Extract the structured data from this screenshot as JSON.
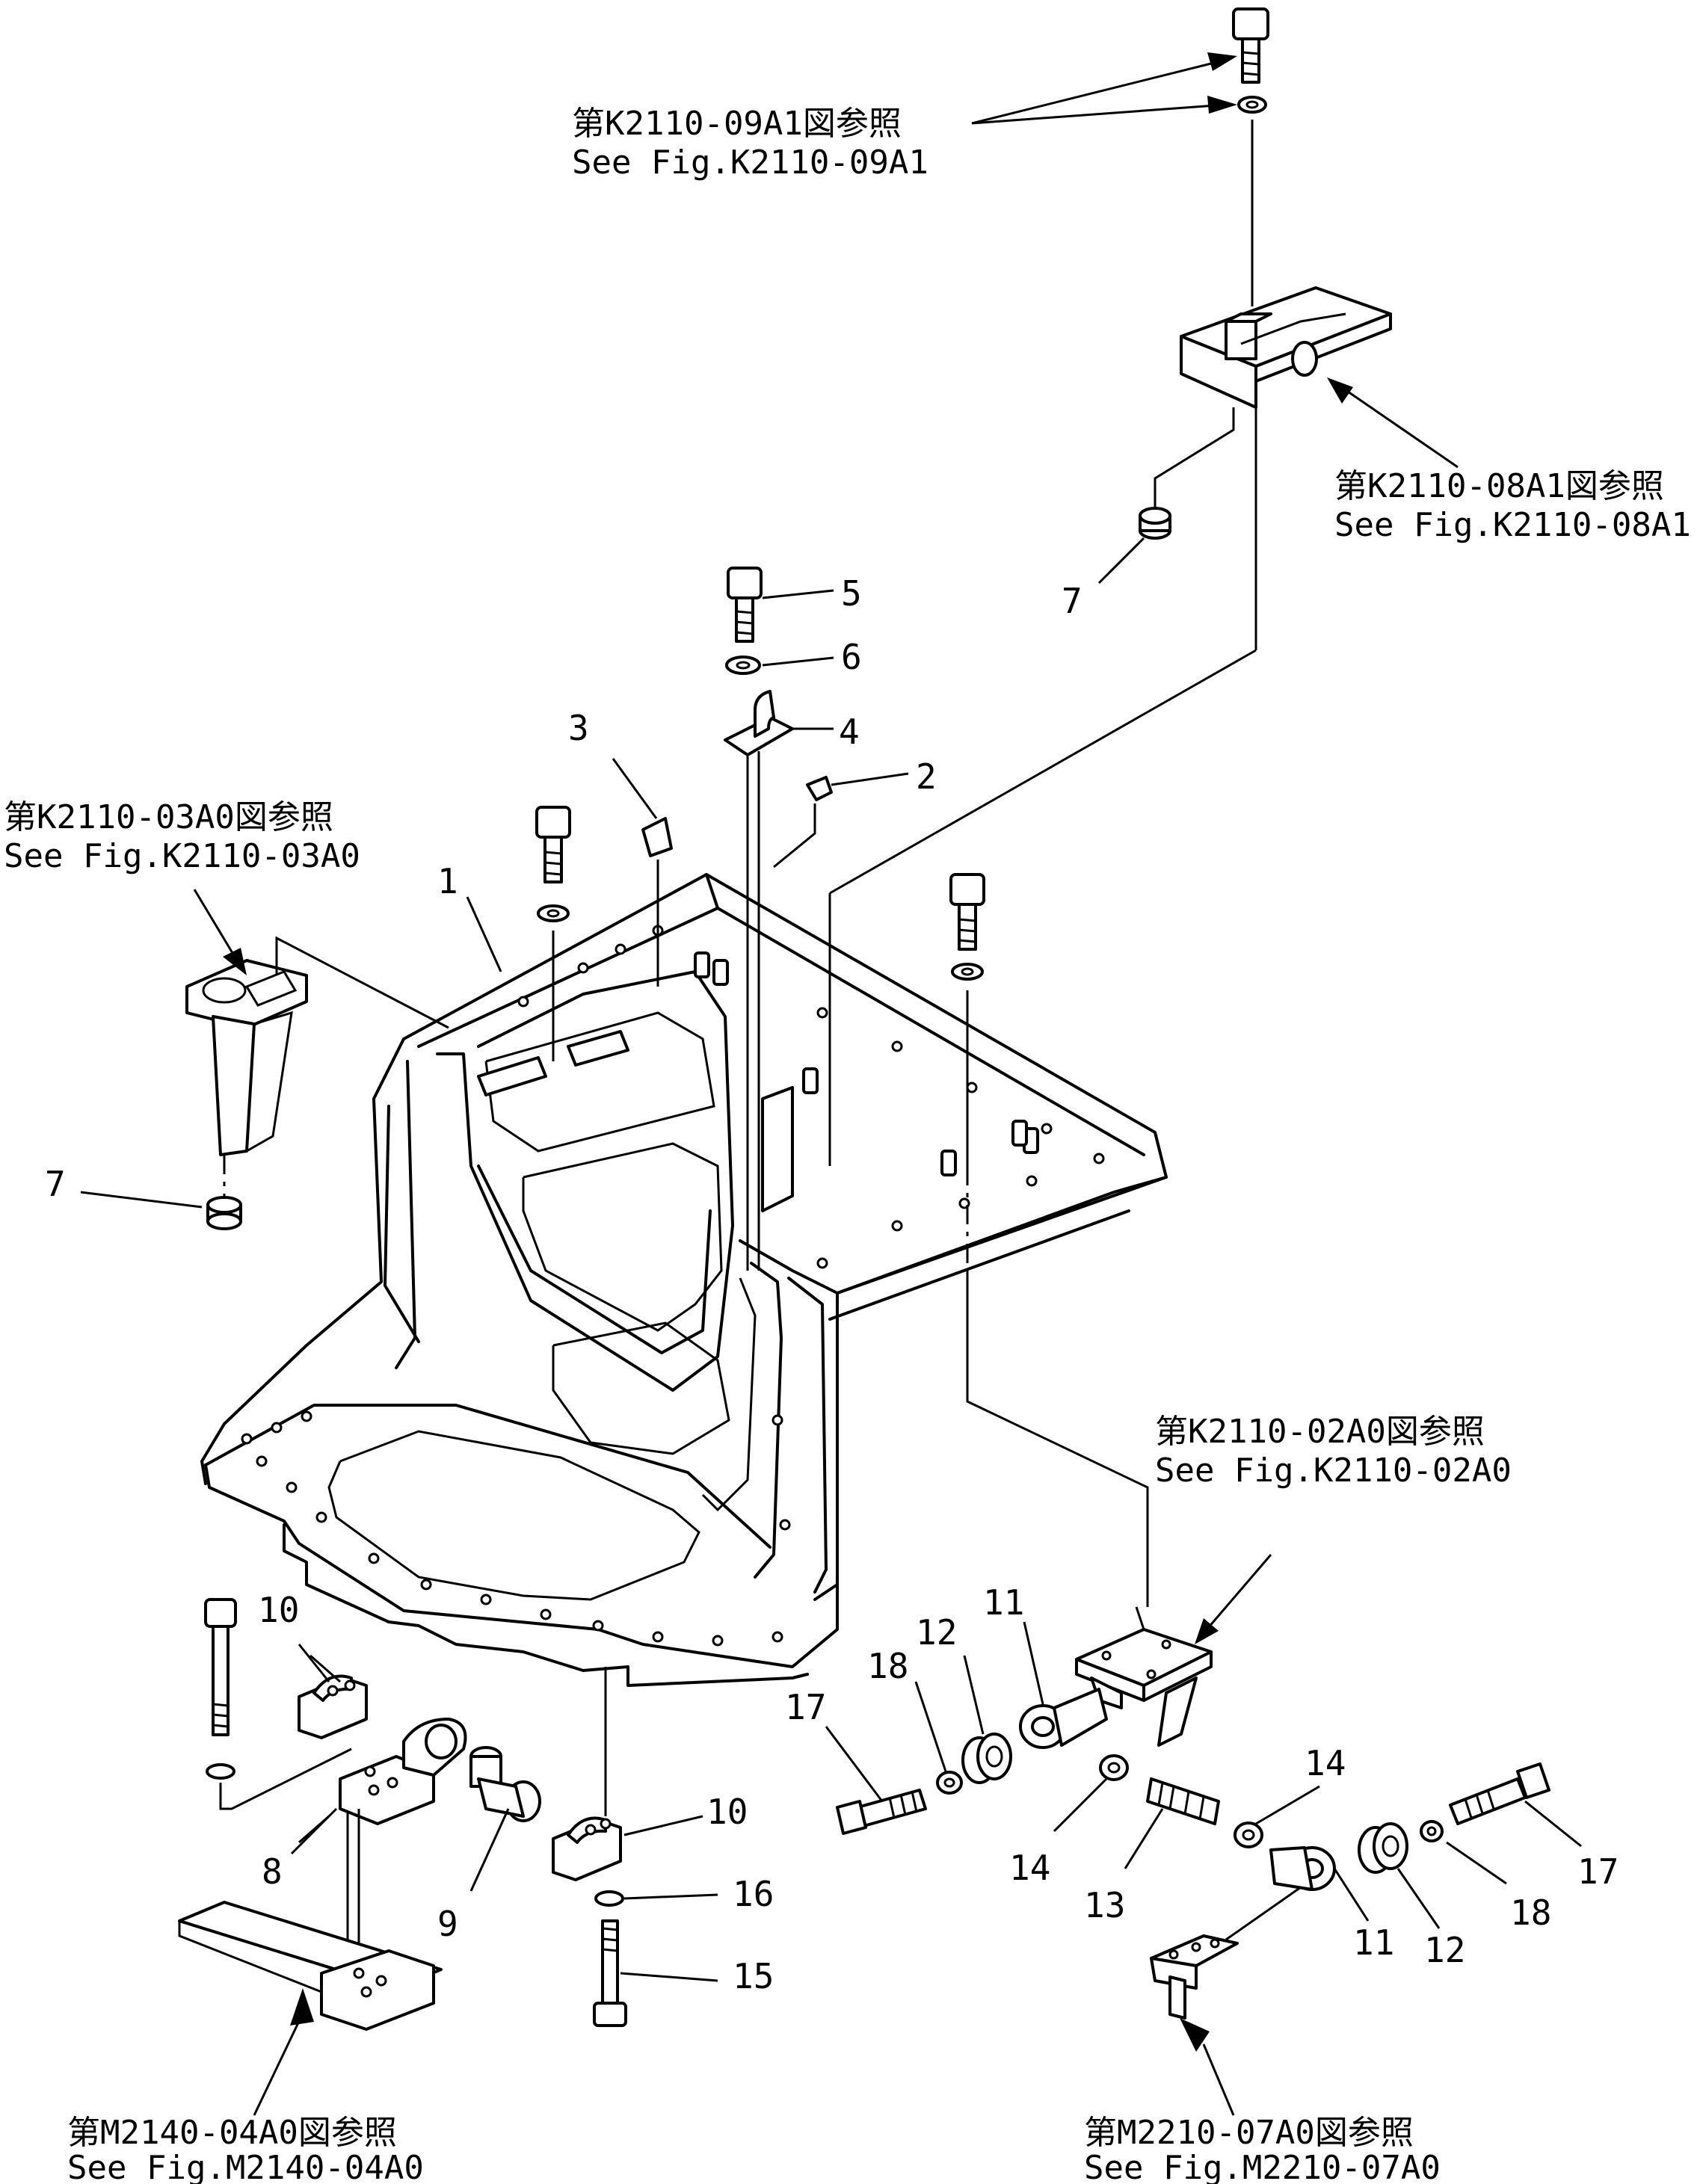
{
  "diagram": {
    "references": {
      "top": {
        "ja": "第K2110-09A1図参照",
        "en": "See Fig.K2110-09A1"
      },
      "upper_right": {
        "ja": "第K2110-08A1図参照",
        "en": "See Fig.K2110-08A1"
      },
      "left": {
        "ja": "第K2110-03A0図参照",
        "en": "See Fig.K2110-03A0"
      },
      "mid_right": {
        "ja": "第K2110-02A0図参照",
        "en": "See Fig.K2110-02A0"
      },
      "bottom_left": {
        "ja": "第M2140-04A0図参照",
        "en": "See Fig.M2140-04A0"
      },
      "bottom_right": {
        "ja": "第M2210-07A0図参照",
        "en": "See Fig.M2210-07A0"
      }
    },
    "part_numbers": {
      "p1": "1",
      "p2": "2",
      "p3": "3",
      "p4": "4",
      "p5": "5",
      "p6": "6",
      "p7_right": "7",
      "p7_left": "7",
      "p8": "8",
      "p9": "9",
      "p10_left": "10",
      "p10_right": "10",
      "p11_upper": "11",
      "p11_lower": "11",
      "p12_upper": "12",
      "p12_lower": "12",
      "p13": "13",
      "p14_upper": "14",
      "p14_lower": "14",
      "p15": "15",
      "p16": "16",
      "p17_left": "17",
      "p17_right": "17",
      "p18_left": "18",
      "p18_right": "18"
    }
  }
}
